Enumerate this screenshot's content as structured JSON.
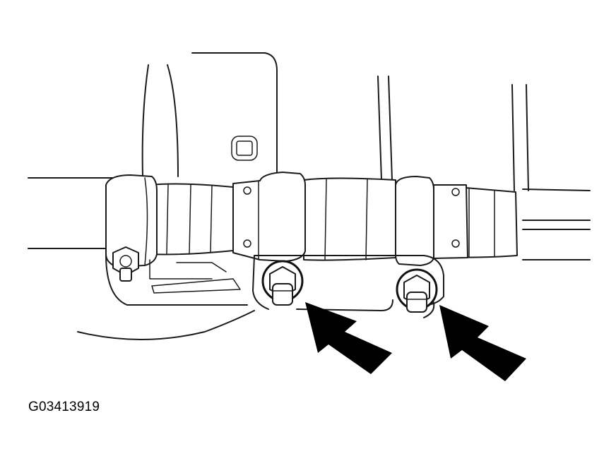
{
  "figure": {
    "id_label": "G03413919",
    "callouts": [
      {
        "name": "arrow-bolt-left"
      },
      {
        "name": "arrow-bolt-right"
      }
    ]
  }
}
